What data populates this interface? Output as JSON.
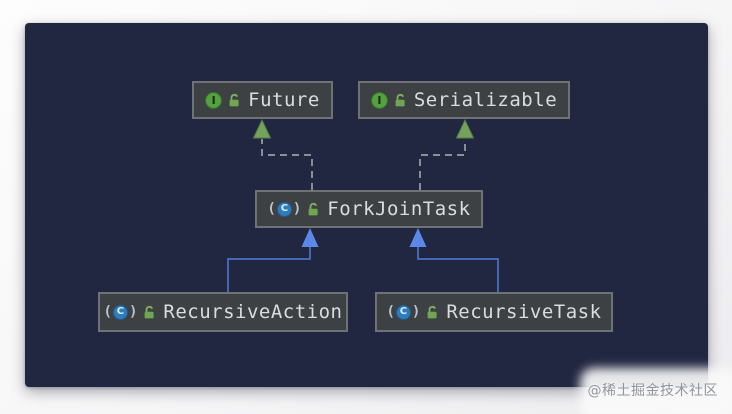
{
  "app": "IntelliJ IDEA class hierarchy diagram",
  "watermark": "@稀土掘金技术社区",
  "icons": {
    "interface_letter": "I",
    "class_letter": "C",
    "paren_open": "(",
    "paren_close": ")"
  },
  "colors": {
    "canvas_bg": "#222741",
    "node_bg": "#3d4144",
    "node_border": "#6f7375",
    "node_text": "#d9dde0",
    "implements_line": "#98a0a8",
    "implements_arrow": "#74a25d",
    "extends_line": "#4a72c8",
    "extends_arrow": "#5c88e8",
    "interface_icon": "#55a041",
    "class_icon": "#2f7cba",
    "lock_icon": "#6fa652"
  },
  "diagram": {
    "nodes": [
      {
        "label": "Future",
        "kind": "interface",
        "visibility": "public"
      },
      {
        "label": "Serializable",
        "kind": "interface",
        "visibility": "public"
      },
      {
        "label": "ForkJoinTask",
        "kind": "abstract class",
        "visibility": "public"
      },
      {
        "label": "RecursiveAction",
        "kind": "abstract class",
        "visibility": "public"
      },
      {
        "label": "RecursiveTask",
        "kind": "abstract class",
        "visibility": "public"
      }
    ],
    "edges": [
      {
        "from": "ForkJoinTask",
        "to": "Future",
        "type": "implements"
      },
      {
        "from": "ForkJoinTask",
        "to": "Serializable",
        "type": "implements"
      },
      {
        "from": "RecursiveAction",
        "to": "ForkJoinTask",
        "type": "extends"
      },
      {
        "from": "RecursiveTask",
        "to": "ForkJoinTask",
        "type": "extends"
      }
    ]
  }
}
